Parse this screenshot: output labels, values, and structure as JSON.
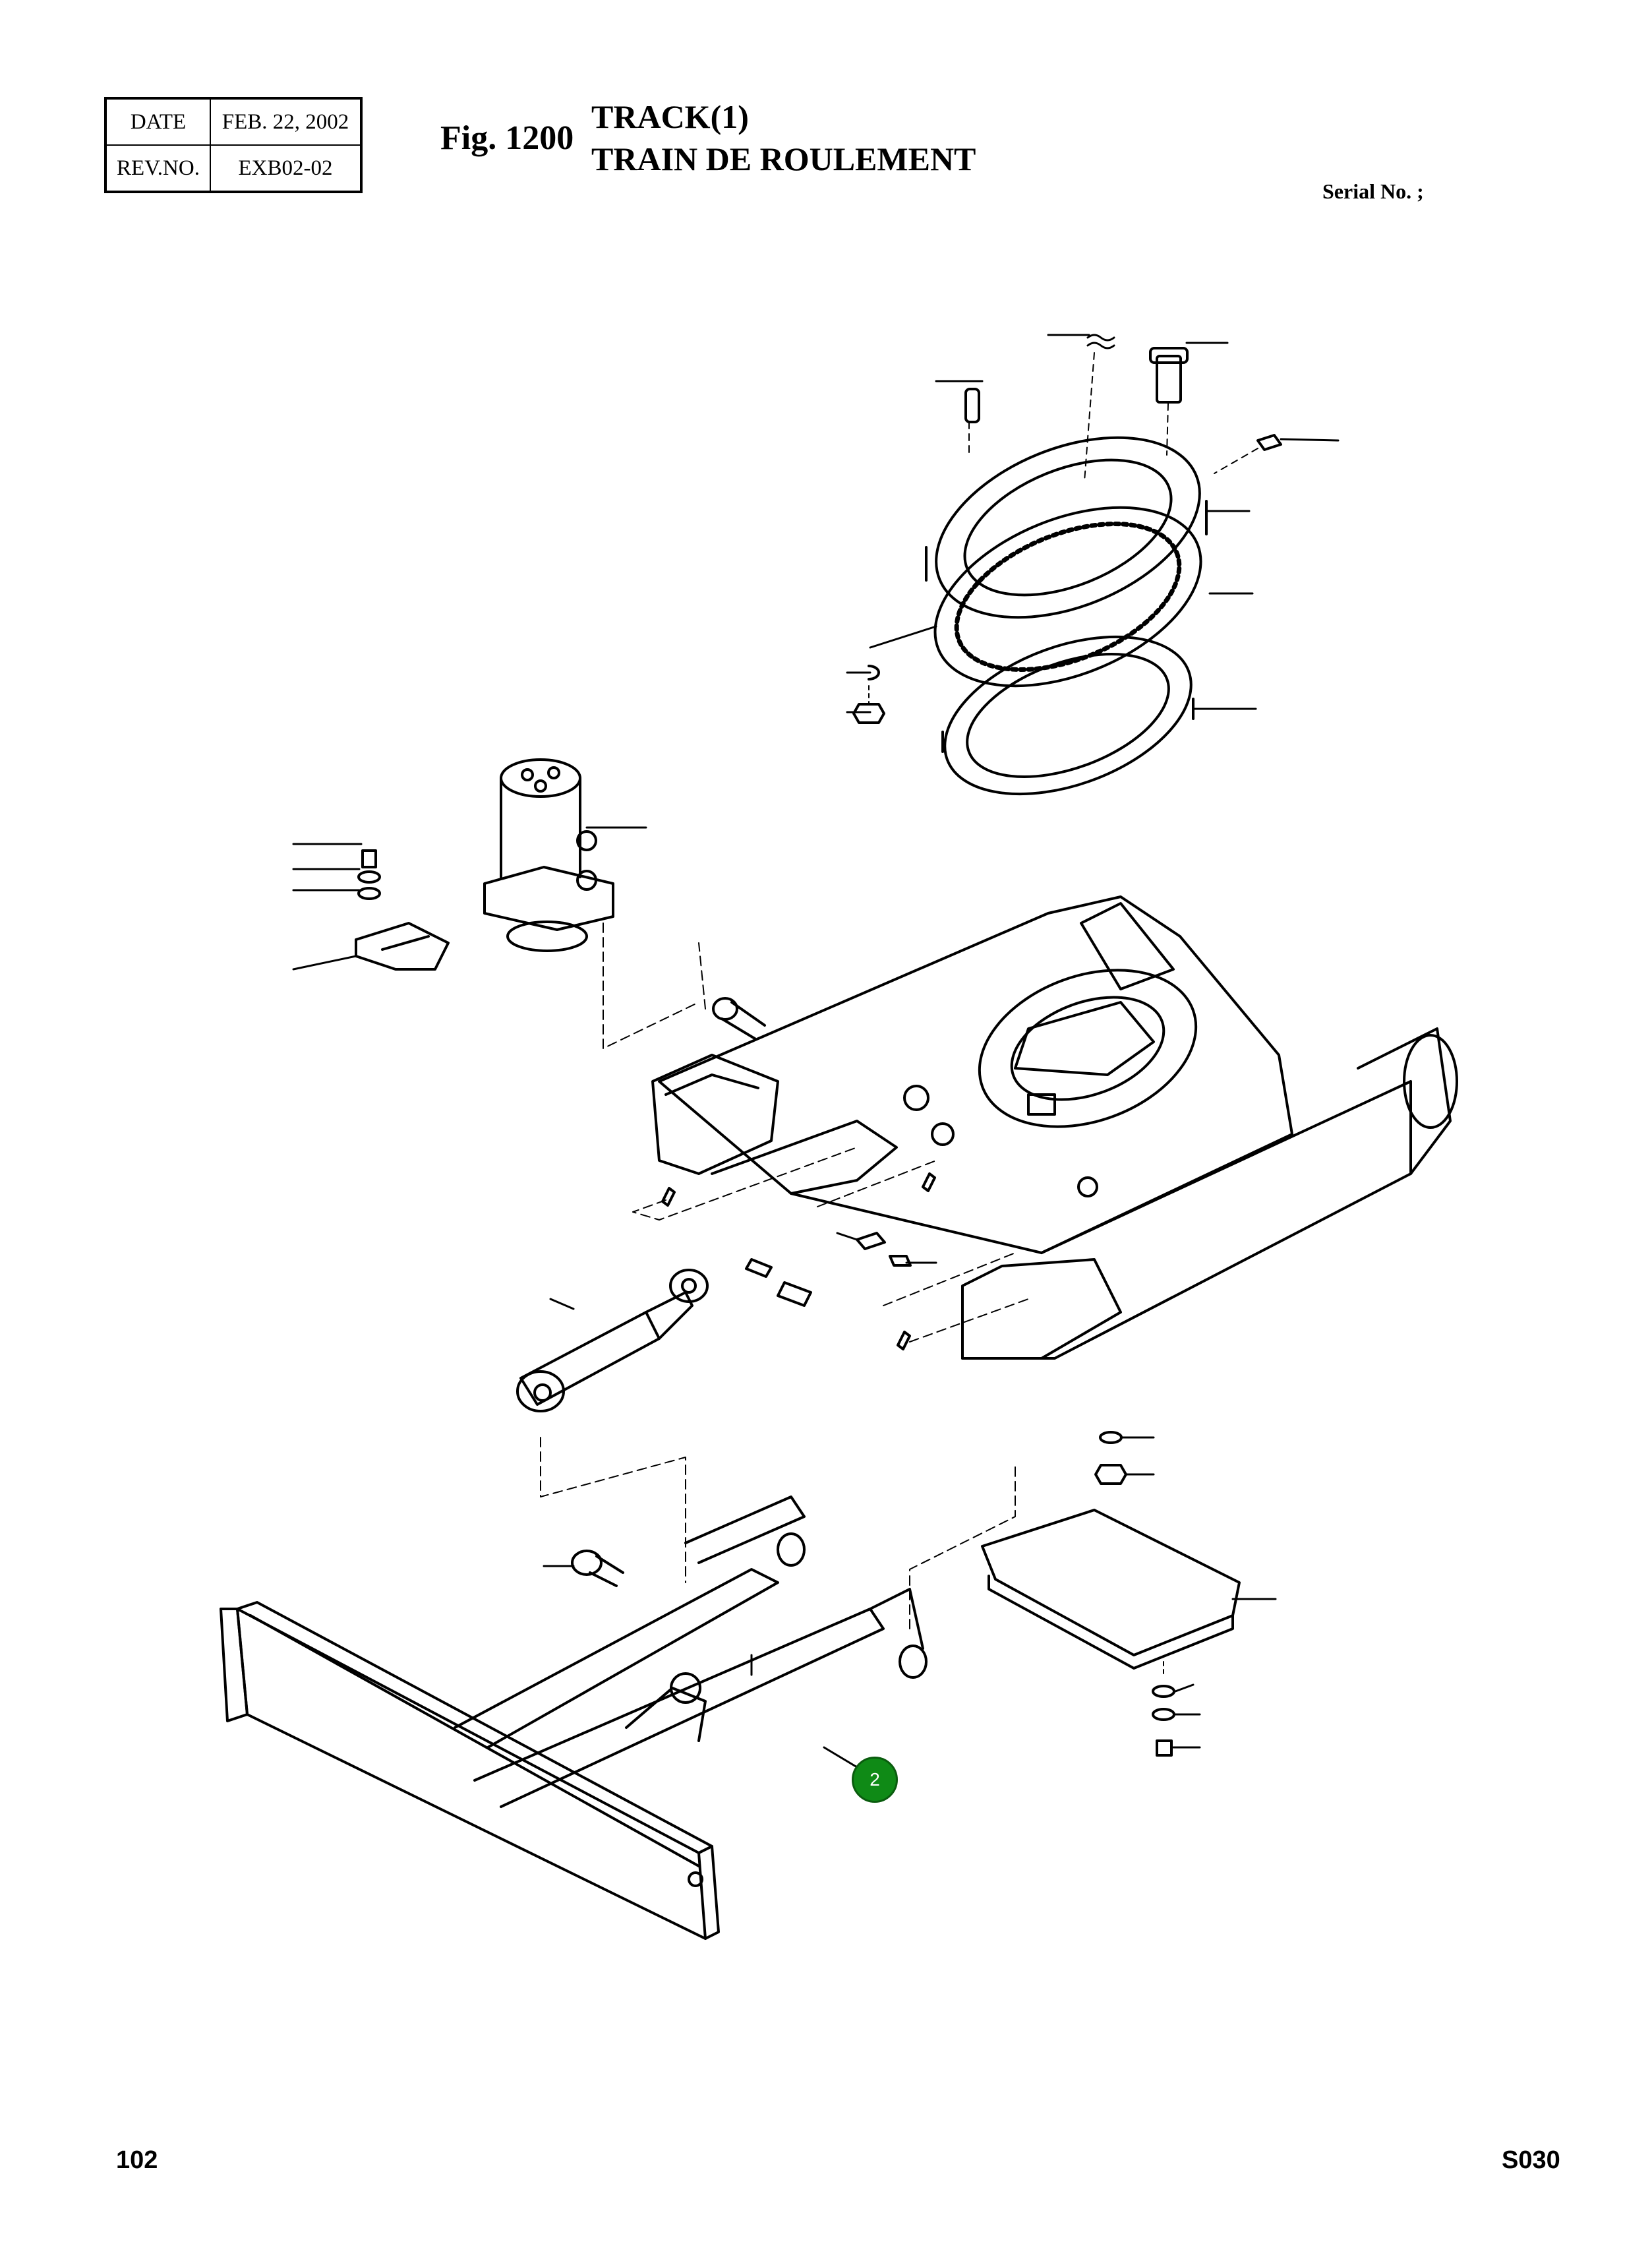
{
  "header": {
    "date_label": "DATE",
    "date_value": "FEB. 22, 2002",
    "rev_label": "REV.NO.",
    "rev_value": "EXB02-02",
    "figure_number": "Fig. 1200",
    "title_en": "TRACK(1)",
    "title_fr": "TRAIN DE ROULEMENT",
    "serial_label": "Serial No. ;"
  },
  "callouts": [
    {
      "label": "2",
      "color": "#0f8a16"
    }
  ],
  "footer": {
    "page_number": "102",
    "document_code": "S030"
  }
}
